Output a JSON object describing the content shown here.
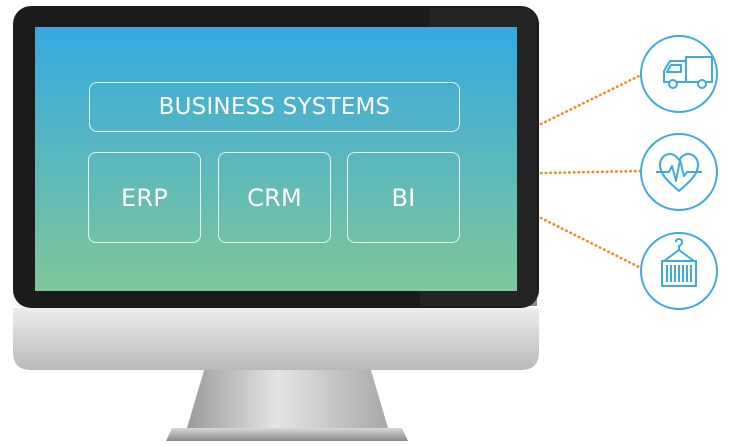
{
  "screen": {
    "title": "BUSINESS SYSTEMS",
    "modules": [
      "ERP",
      "CRM",
      "BI"
    ]
  },
  "icons": [
    "truck-icon",
    "heart-monitor-icon",
    "shipping-container-icon"
  ],
  "colors": {
    "screen_top": "#35A9E0",
    "screen_bottom": "#80C79A",
    "accent_orange": "#F08A24",
    "icon_blue": "#3FA9E0",
    "bezel": "#1B1B1B"
  }
}
